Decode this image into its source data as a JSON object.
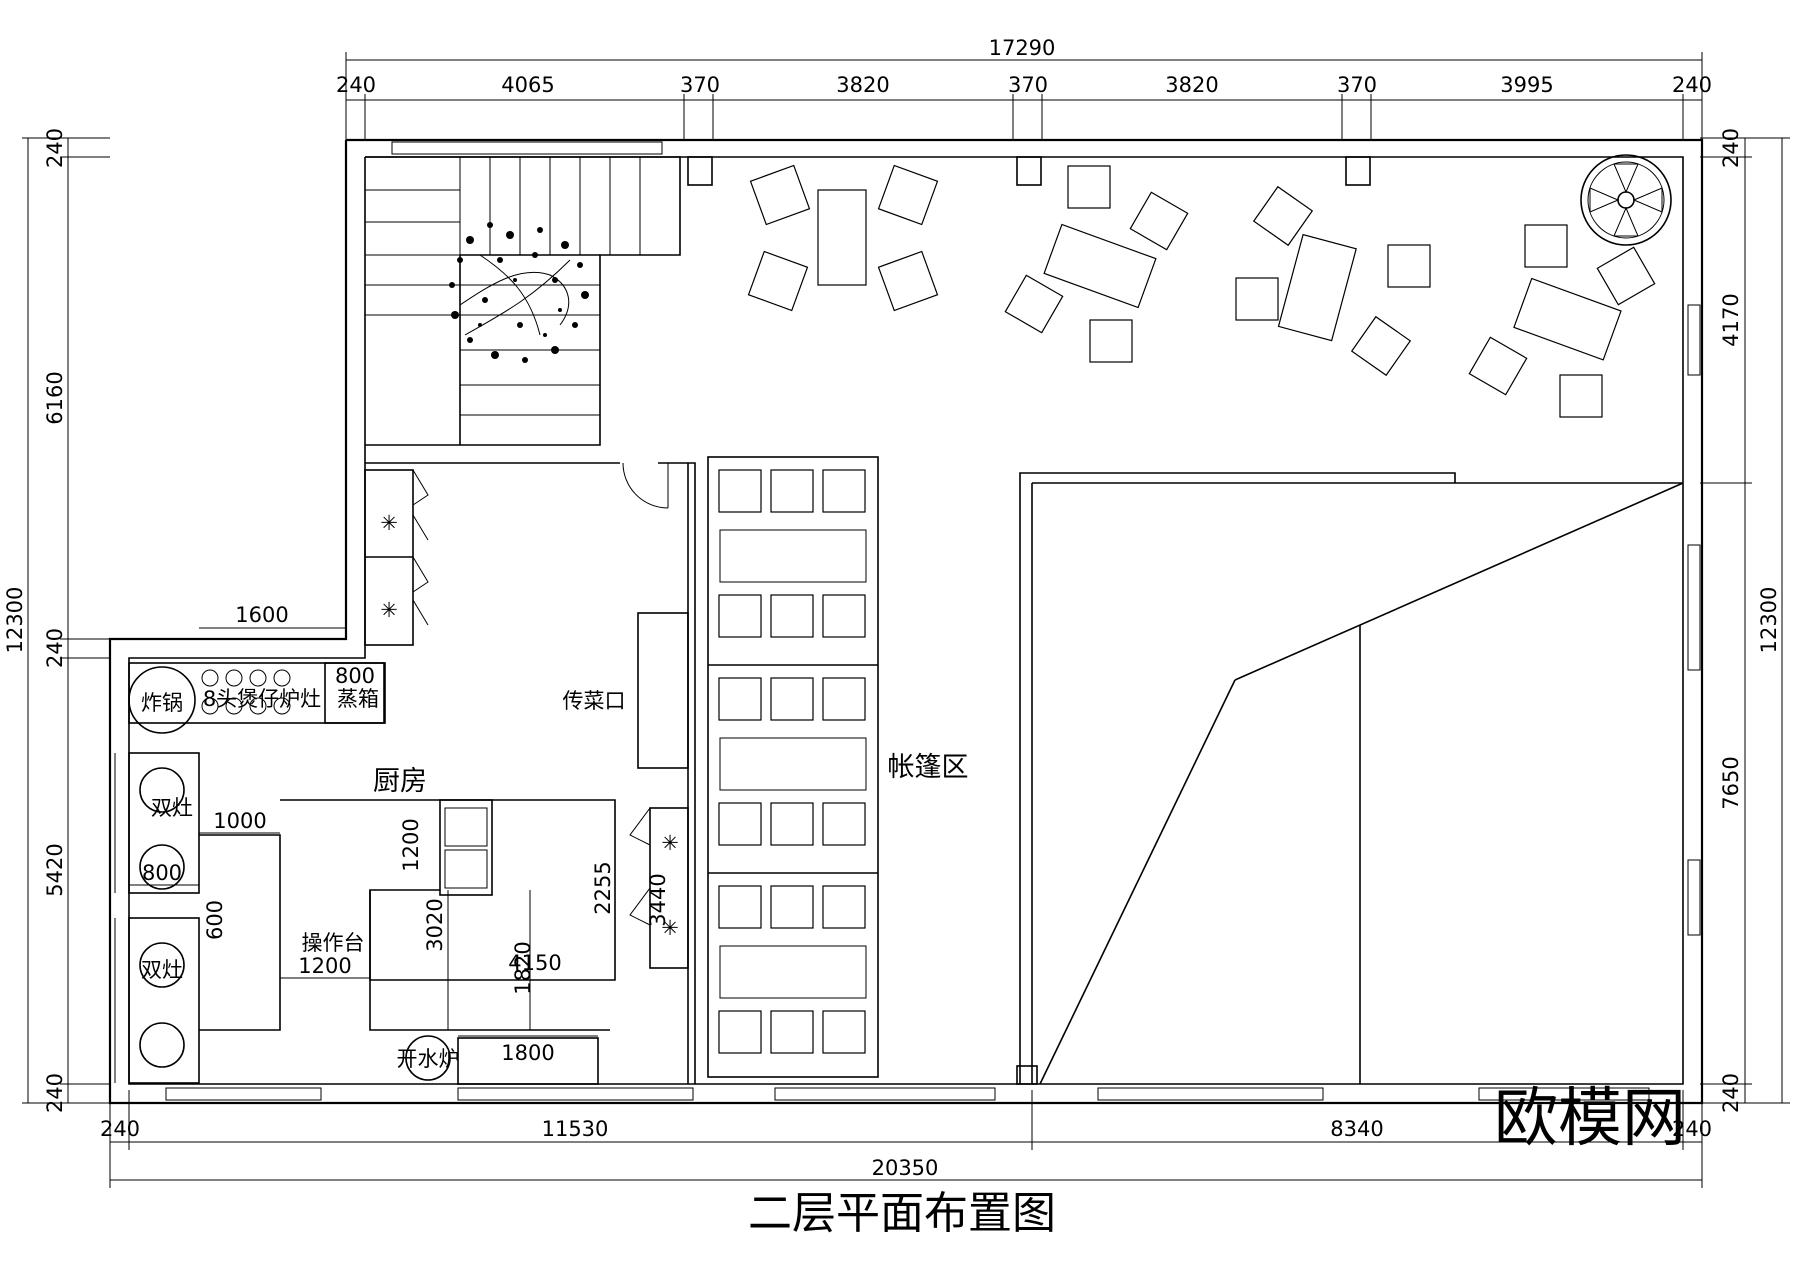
{
  "title": "二层平面布置图",
  "watermark": "欧模网",
  "dims_top": {
    "total": "17290",
    "segments": [
      "240",
      "4065",
      "370",
      "3820",
      "370",
      "3820",
      "370",
      "3995",
      "240"
    ]
  },
  "dims_bottom": {
    "total": "20350",
    "segments": [
      "240",
      "11530",
      "8340",
      "240"
    ]
  },
  "dims_left": {
    "total": "12300",
    "segments": [
      "240",
      "6160",
      "240",
      "5420",
      "240"
    ]
  },
  "dims_right": {
    "total": "12300",
    "segments": [
      "240",
      "4170",
      "7650",
      "240"
    ]
  },
  "dims_inner": {
    "d1600": "1600",
    "d800a": "800",
    "d800b": "800",
    "d1000": "1000",
    "d600": "600",
    "d1200a": "1200",
    "d1200b": "1200",
    "d3020": "3020",
    "d1820": "1820",
    "d4150": "4150",
    "d2255": "2255",
    "d3440": "3440",
    "d1800": "1800"
  },
  "labels": {
    "kitchen": "厨房",
    "workbench": "操作台",
    "serving_window": "传菜口",
    "tent_area": "帐篷区",
    "fryer": "炸锅",
    "stove_8": "8头煲仔炉灶",
    "steamer": "蒸箱",
    "double_stove_1": "双灶",
    "double_stove_2": "双灶",
    "boiler": "开水炉"
  }
}
